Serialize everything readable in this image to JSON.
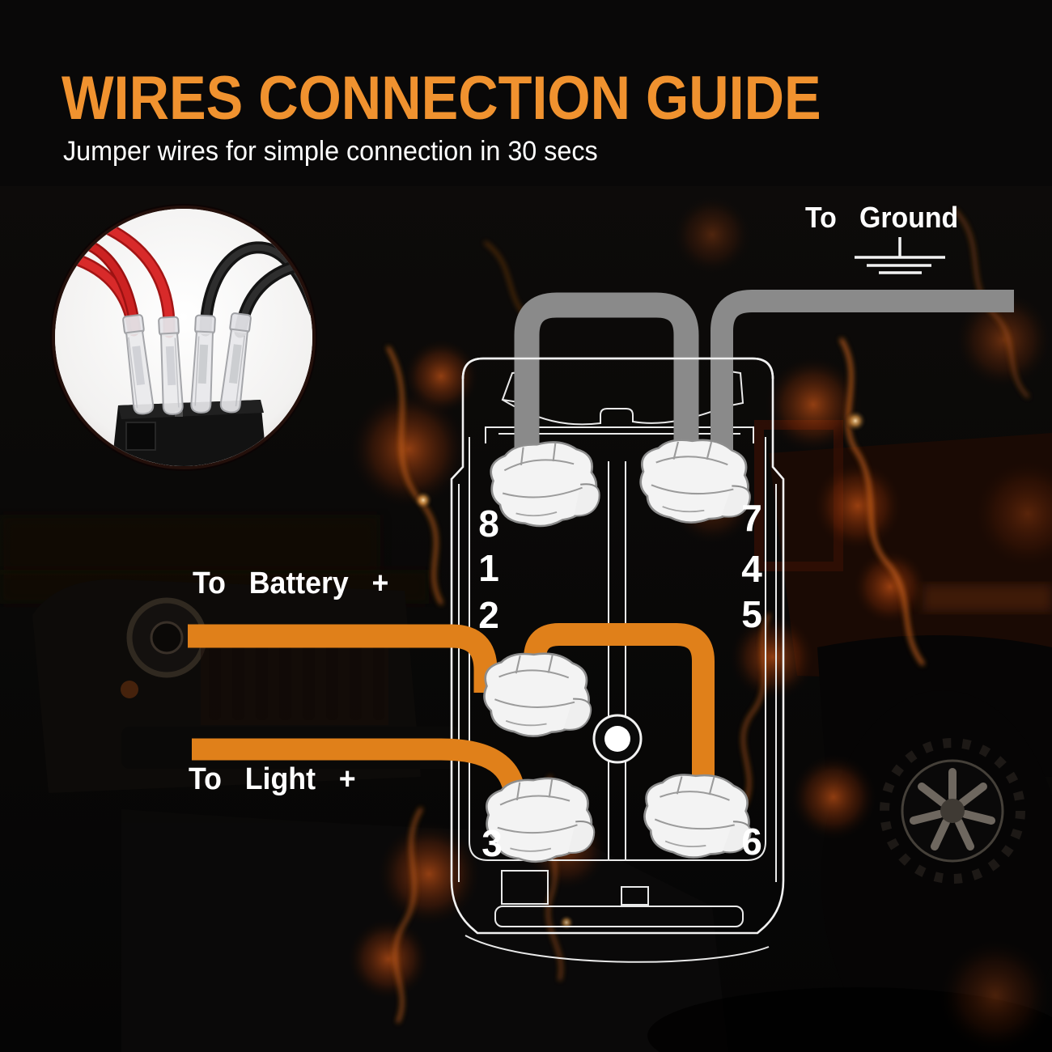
{
  "header": {
    "title": "WIRES CONNECTION GUIDE",
    "subtitle": "Jumper wires for simple connection in 30 secs"
  },
  "labels": {
    "ground": "To Ground",
    "battery": "To Battery +",
    "light": "To Light +"
  },
  "pins": {
    "p8": "8",
    "p7": "7",
    "p1": "1",
    "p4": "4",
    "p2": "2",
    "p5": "5",
    "p3": "3",
    "p6": "6"
  },
  "icons": {
    "ground_symbol": "ground-symbol",
    "product_photo": "rocker-switch-with-jumper-wires"
  },
  "colors": {
    "accent_orange": "#f0922f",
    "wire_orange": "#e0801a",
    "wire_gray": "#8a8a8a",
    "wire_red": "#d42020",
    "wire_black": "#1c1c1c",
    "text_white": "#ffffff",
    "background": "#070707"
  }
}
